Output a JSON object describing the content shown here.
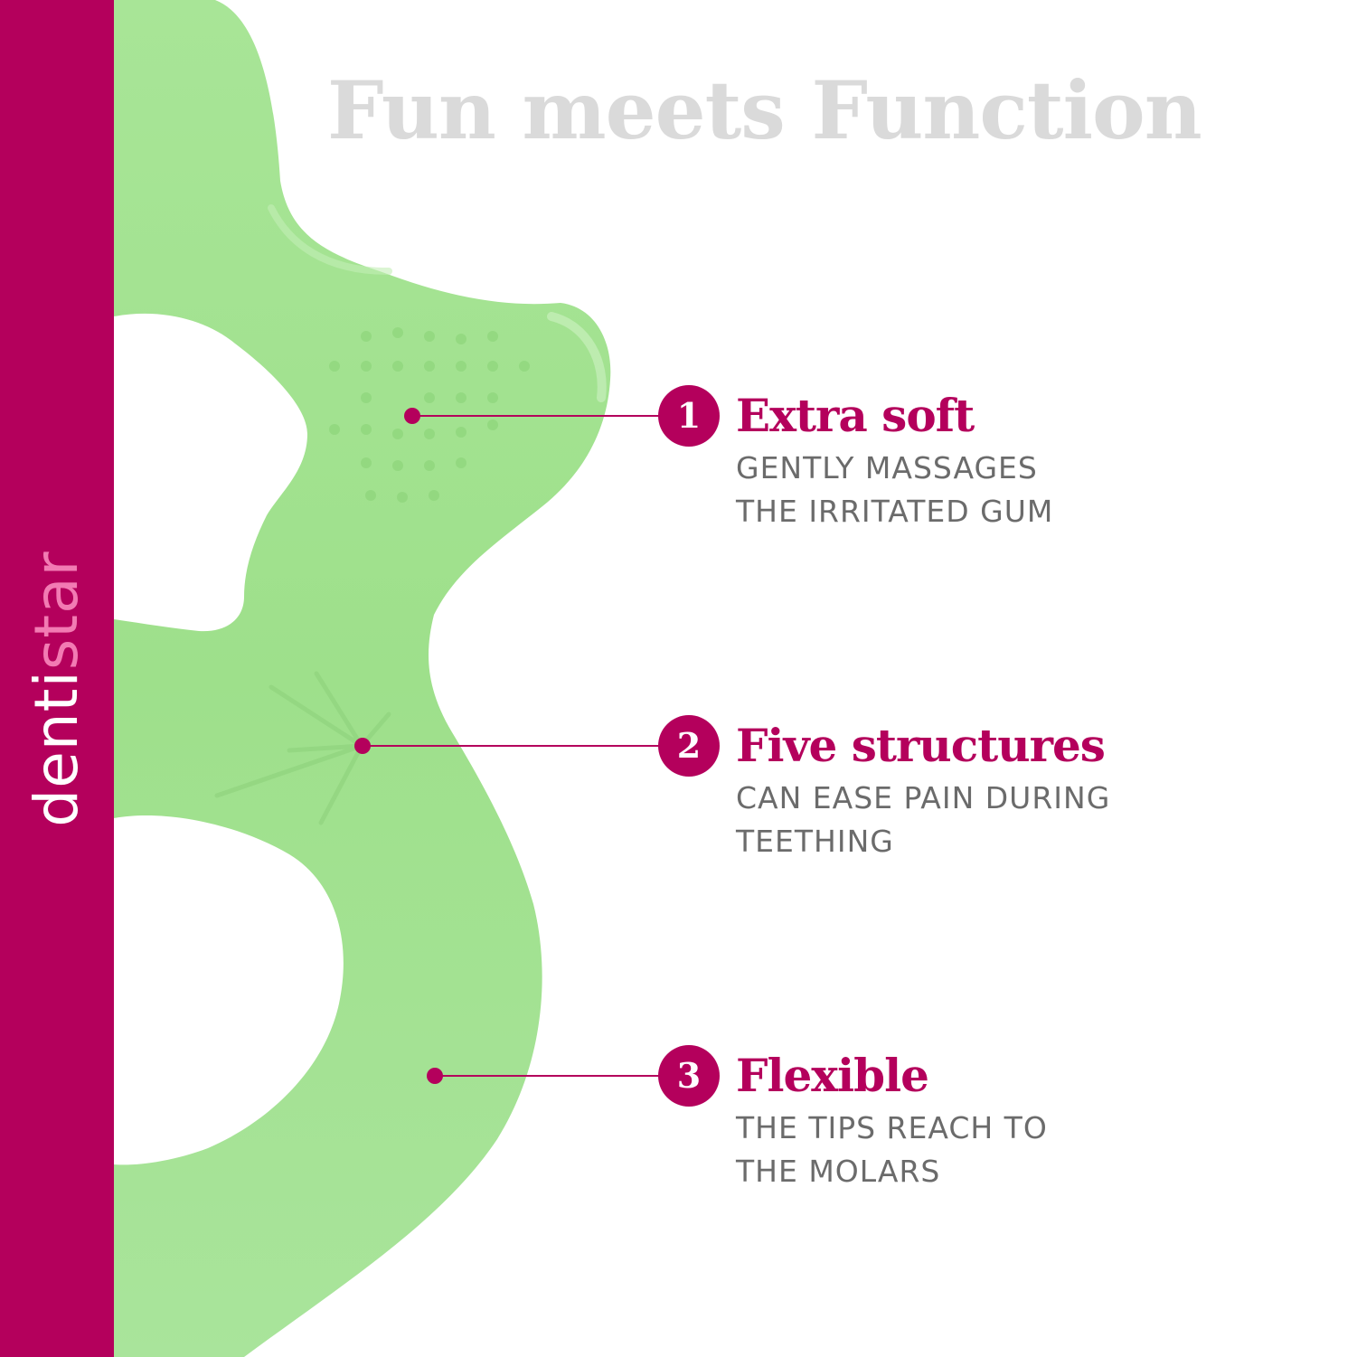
{
  "brand": {
    "part1": "denti",
    "part2": "star"
  },
  "headline": "Fun meets Function",
  "features": [
    {
      "number": "1",
      "title": "Extra soft",
      "lines": [
        "GENTLY MASSAGES",
        "THE IRRITATED GUM"
      ]
    },
    {
      "number": "2",
      "title": "Five structures",
      "lines": [
        "CAN EASE PAIN DURING",
        "TEETHING"
      ]
    },
    {
      "number": "3",
      "title": "Flexible",
      "lines": [
        "THE TIPS REACH TO",
        "THE MOLARS"
      ]
    }
  ],
  "colors": {
    "brand_magenta": "#b4005c",
    "brand_pink": "#f27bb3",
    "teether_green": "#9fe28c",
    "headline_gray": "#dadada",
    "text_gray": "#6b6b6b"
  }
}
